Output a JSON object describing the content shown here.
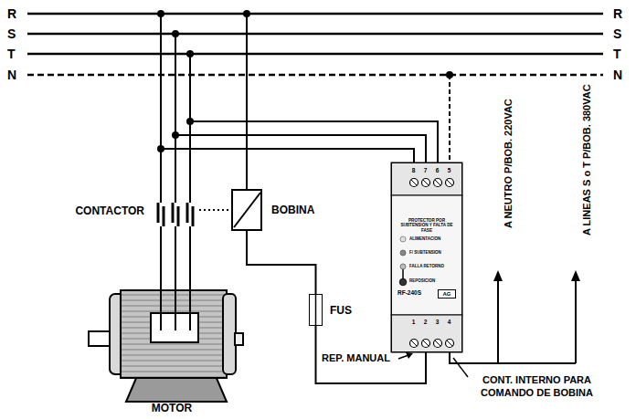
{
  "diagram": {
    "nodes": [
      {
        "text": [
          "CONTACTOR"
        ]
      },
      {
        "text": [
          "BOBINA"
        ]
      },
      {
        "text": [
          "FUS"
        ]
      },
      {
        "text": [
          "MOTOR"
        ]
      },
      {
        "text": [
          "8",
          "7",
          "6",
          "5",
          "PROTECTOR POR SUBTENSION Y FALTA DE FASE",
          "ALIMENTACION",
          "F/ SUBTENSION",
          "FALLA RETORNO",
          "REPOSICION",
          "RF-240S",
          "1",
          "2",
          "3",
          "4"
        ]
      },
      {
        "text": [
          "AG"
        ],
        "in": 4
      }
    ],
    "edges": [
      {
        "from": 0,
        "to": 3,
        "arrow": "none"
      },
      {
        "from": 1,
        "to": 2,
        "arrow": "none"
      },
      {
        "from": 2,
        "to": 4,
        "arrow": "none"
      },
      {
        "from": 0,
        "to": 1,
        "arrow": "none"
      }
    ],
    "labels": [
      "R",
      "S",
      "T",
      "N",
      "R",
      "S",
      "T",
      "N",
      "REP. MANUAL",
      "CONT. INTERNO PARA COMANDO DE BOBINA",
      "A NEUTRO P/BOB. 220VAC",
      "A LINEAS S o T P/BOB. 380VAC"
    ]
  }
}
